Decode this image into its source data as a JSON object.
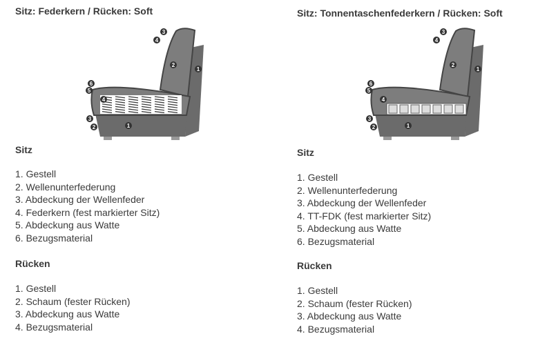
{
  "panels": [
    {
      "title": "Sitz: Federkern / Rücken: Soft",
      "seat_heading": "Sitz",
      "seat_items": [
        "1. Gestell",
        "2. Wellenunterfederung",
        "3. Abdeckung der Wellenfeder",
        "4. Federkern (fest markierter Sitz)",
        "5. Abdeckung aus Watte",
        "6. Bezugsmaterial"
      ],
      "back_heading": "Rücken",
      "back_items": [
        "1. Gestell",
        "2. Schaum (fester Rücken)",
        "3. Abdeckung aus Watte",
        "4. Bezugsmaterial"
      ],
      "spring_type": "federkern"
    },
    {
      "title": "Sitz: Tonnentaschenfederkern / Rücken: Soft",
      "seat_heading": "Sitz",
      "seat_items": [
        "1. Gestell",
        "2. Wellenunterfederung",
        "3. Abdeckung der Wellenfeder",
        "4. TT-FDK (fest markierter Sitz)",
        "5. Abdeckung aus Watte",
        "6. Bezugsmaterial"
      ],
      "back_heading": "Rücken",
      "back_items": [
        "1. Gestell",
        "2. Schaum (fester Rücken)",
        "3. Abdeckung aus Watte",
        "4. Bezugsmaterial"
      ],
      "spring_type": "tonnentaschen"
    }
  ],
  "colors": {
    "frame": "#6b6b6b",
    "cushion": "#7d7d7d",
    "marker": "#333333"
  }
}
